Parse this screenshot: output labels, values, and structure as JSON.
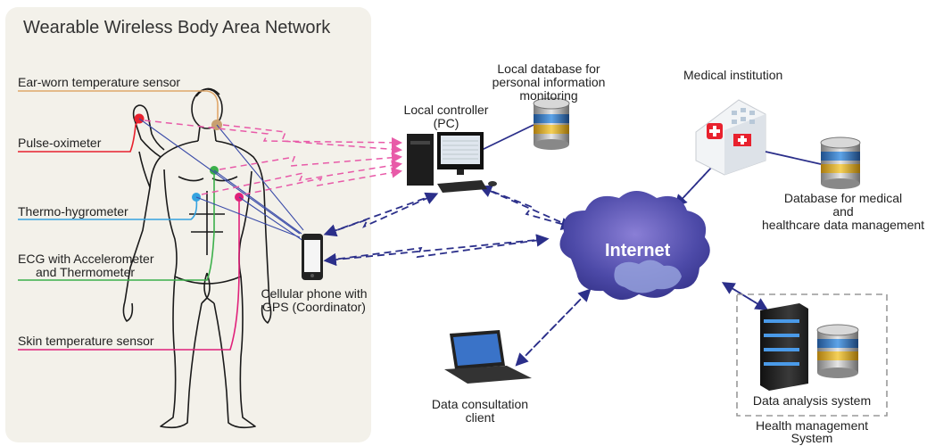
{
  "title": "Wearable Wireless Body Area Network",
  "sensors": {
    "ear": "Ear-worn temperature sensor",
    "pulse": "Pulse-oximeter",
    "thermo": "Thermo-hygrometer",
    "ecg_line1": "ECG with Accelerometer",
    "ecg_line2": "and Thermometer",
    "skin": "Skin temperature sensor"
  },
  "phone": {
    "line1": "Cellular phone with",
    "line2": "GPS (Coordinator)"
  },
  "controller": {
    "line1": "Local controller",
    "line2": "(PC)"
  },
  "local_db": {
    "line1": "Local database for",
    "line2": "personal information",
    "line3": "monitoring"
  },
  "medical": "Medical institution",
  "medical_db": {
    "line1": "Database for medical",
    "line2": "and",
    "line3": "healthcare data management"
  },
  "internet": "Internet",
  "client": {
    "line1": "Data consultation",
    "line2": "client"
  },
  "analysis": "Data analysis system",
  "health": {
    "line1": "Health management",
    "line2": "System"
  },
  "colors": {
    "ear": "#e0a86a",
    "pulse": "#e8212e",
    "thermo": "#35a3e0",
    "ecg": "#3bb04a",
    "skin": "#e0217a",
    "dashed_blue": "#2b2f8a",
    "dashed_pink": "#e85aa8",
    "panel": "#f3f1ea"
  }
}
